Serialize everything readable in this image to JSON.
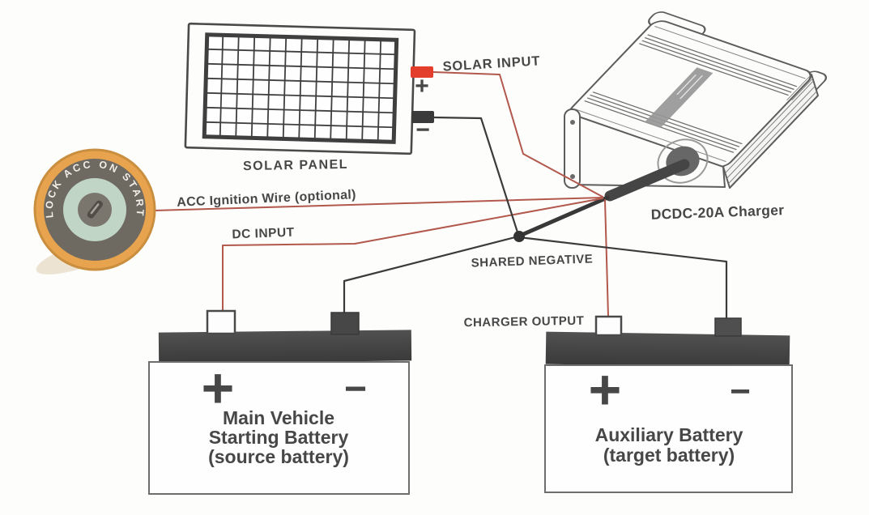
{
  "labels": {
    "solar_input": "SOLAR INPUT",
    "solar_panel": "SOLAR PANEL",
    "acc_ignition": "ACC Ignition Wire (optional)",
    "dc_input": "DC INPUT",
    "shared_negative": "SHARED NEGATIVE",
    "charger_output": "CHARGER OUTPUT",
    "charger_name": "DCDC-20A Charger"
  },
  "solar_panel": {
    "positive_sign": "+",
    "negative_sign": "−"
  },
  "ignition_switch": {
    "ring_text": "LOCK ACC ON START"
  },
  "batteries": {
    "main": {
      "positive_sign": "+",
      "negative_sign": "−",
      "name_lines": [
        "Main Vehicle",
        "Starting Battery",
        "(source battery)"
      ]
    },
    "aux": {
      "positive_sign": "+",
      "negative_sign": "−",
      "name_lines": [
        "Auxiliary Battery",
        "(target battery)"
      ]
    }
  },
  "colors": {
    "wire_red": "#b2584c",
    "wire_black": "#3b3b3b",
    "connector_red": "#e23e2b",
    "connector_black": "#3a3a3a",
    "switch_outer": "#e7a34e",
    "switch_ring": "#6f6a61",
    "switch_inner": "#c0d5c5",
    "switch_center": "#7b766d",
    "battery_bar": "#454545",
    "label_text": "#474747"
  }
}
